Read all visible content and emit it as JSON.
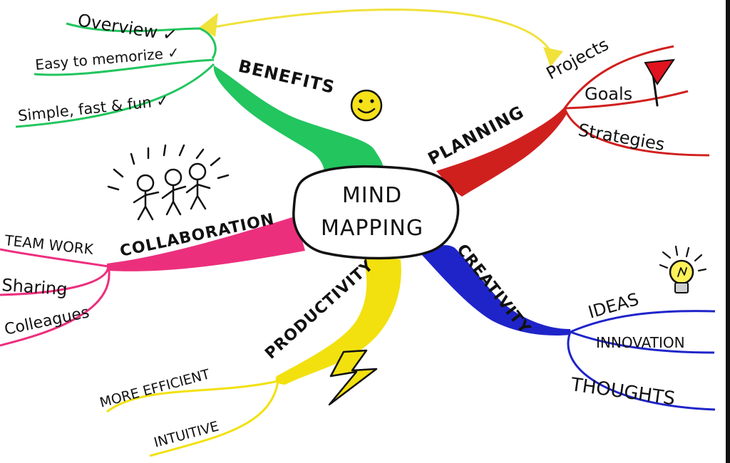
{
  "center": {
    "line1": "MIND",
    "line2": "MAPPING"
  },
  "colors": {
    "benefits": "#22c55e",
    "planning": "#d0201e",
    "creativity": "#1f24c9",
    "productivity": "#f2e10f",
    "collaboration": "#ec2f7d",
    "ink": "#111111",
    "flag": "#e0131e",
    "smiley": "#f5e11a",
    "arrow": "#f0e23a"
  },
  "branches": {
    "benefits": {
      "label": "BENEFITS",
      "items": [
        "Overview ✓",
        "Easy to memorize ✓",
        "Simple, fast & fun ✓"
      ]
    },
    "planning": {
      "label": "PLANNING",
      "items": [
        "Projects",
        "Goals",
        "Strategies"
      ]
    },
    "creativity": {
      "label": "CREATIVITY",
      "items": [
        "IDEAS",
        "INNOVATION",
        "THOUGHTS"
      ]
    },
    "productivity": {
      "label": "PRODUCTIVITY",
      "items": [
        "MORE EFFICIENT",
        "INTUITIVE"
      ]
    },
    "collaboration": {
      "label": "COLLABORATION",
      "items": [
        "TEAM WORK",
        "Sharing",
        "Colleagues"
      ]
    }
  },
  "icons": [
    "smiley-icon",
    "stick-figures-icon",
    "flag-icon",
    "lightbulb-icon",
    "lightning-icon"
  ]
}
